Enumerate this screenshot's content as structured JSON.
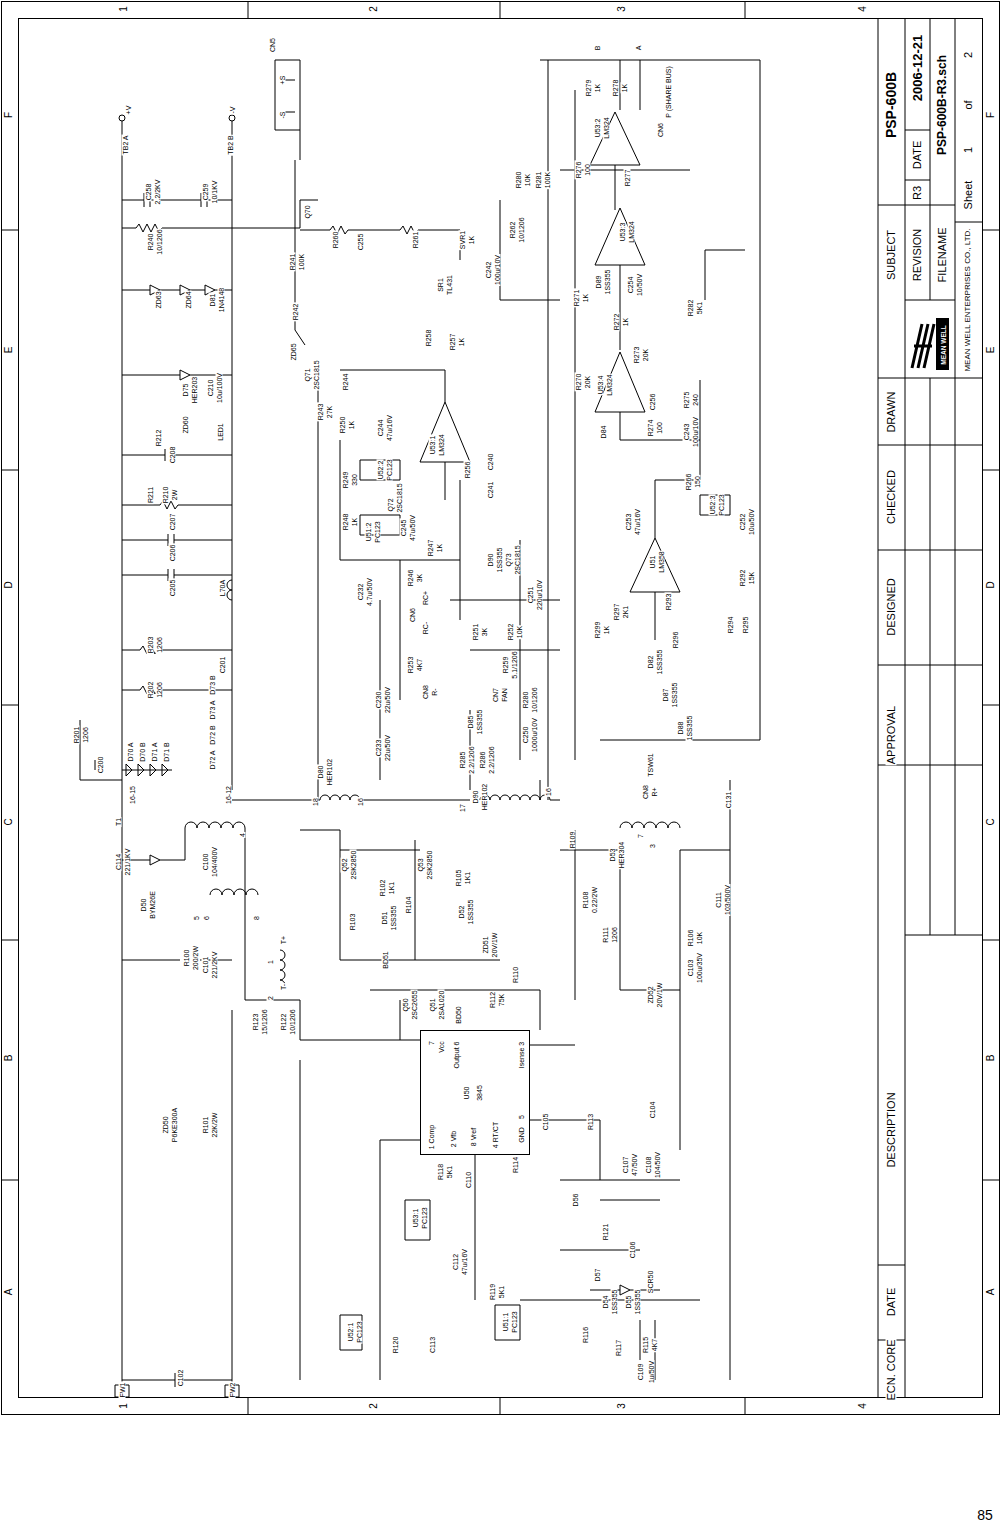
{
  "diagram": {
    "nodes": [
      {
        "text": [
          "U50",
          "3845",
          "7",
          "Vcc",
          "Output 6",
          "Isense 3",
          "1 Comp",
          "2 Vfb",
          "8 Vref",
          "4 RT/CT",
          "GND",
          "5"
        ]
      },
      {
        "text": [
          "MEAN WELL"
        ]
      }
    ],
    "labels": [
      "1",
      "2",
      "3",
      "4",
      "1",
      "2",
      "3",
      "4",
      "F",
      "E",
      "D",
      "C",
      "B",
      "A",
      "F",
      "E",
      "D",
      "C",
      "B",
      "A",
      "ECN. CORE",
      "DATE",
      "DESCRIPTION",
      "APPROVAL",
      "DESIGNED",
      "CHECKED",
      "DRAWN",
      "SUBJECT",
      "PSP-600B",
      "REVISION",
      "R3",
      "DATE",
      "2006-12-21",
      "FILENAME",
      "PSP-600B-R3.sch",
      "MEAN WELL ENTERPRISES CO., LTD.",
      "Sheet",
      "1",
      "of",
      "2",
      "85",
      "TB2 A",
      "+V",
      "TB2 B",
      "-V",
      "C258",
      "2.2/2KV",
      "C259",
      "10/1KV",
      "R240",
      "10/1206",
      "CN5",
      "+S",
      "-S",
      "Q70",
      "R241",
      "100K",
      "R242",
      "ZD65",
      "Q71",
      "2SC1815",
      "R243",
      "27K",
      "R260",
      "C255",
      "R261",
      "SVR1",
      "1K",
      "R262",
      "10/1206",
      "SR1",
      "TL431",
      "C242",
      "100u/10V",
      "R258",
      "R257",
      "1K",
      "R244",
      "R250",
      "1K",
      "C244",
      "47u/16V",
      "U53:1",
      "LM324",
      "R256",
      "C240",
      "C241",
      "R280",
      "10K",
      "R281",
      "100K",
      "R276",
      "100",
      "U53:2",
      "LM324",
      "R277",
      "R279",
      "1K",
      "R278",
      "1K",
      "CN6",
      "P (SHARE BUS)",
      "B",
      "A",
      "U53:3",
      "LM324",
      "C254",
      "10/50V",
      "D89",
      "1SS355",
      "R271",
      "1K",
      "R272",
      "1K",
      "R273",
      "20K",
      "R282",
      "5K1",
      "R270",
      "20K",
      "U53:4",
      "LM324",
      "C256",
      "R275",
      "240",
      "R274",
      "100",
      "C243",
      "100u/10V",
      "D84",
      "R266",
      "150",
      "U52:3",
      "PC123",
      "C253",
      "47u/16V",
      "U51",
      "LM358",
      "C252",
      "10u/50V",
      "R292",
      "15K",
      "R293",
      "R297",
      "2K1",
      "R296",
      "R294",
      "R295",
      "D82",
      "1SS355",
      "D87",
      "1SS355",
      "D88",
      "1SS355",
      "R299",
      "1K",
      "TSW61",
      "CN8",
      "R+",
      "R247",
      "1K",
      "C245",
      "47u/50V",
      "Q72",
      "2SC1815",
      "U52:2",
      "PC123",
      "U51:2",
      "PC123",
      "R249",
      "330",
      "R248",
      "1K",
      "R210",
      "2W",
      "R211",
      "C207",
      "C206",
      "C205",
      "L70A",
      "R203",
      "1206",
      "R202",
      "1206",
      "C201",
      "D73 B",
      "D73 A",
      "D72 B",
      "D72 A",
      "R201",
      "1206",
      "C200",
      "D70 A",
      "D70 B",
      "D71 A",
      "D71 B",
      "16-15",
      "16-12",
      "T1",
      "D75",
      "HER203",
      "C210",
      "10u/100V",
      "ZD60",
      "LED1",
      "R212",
      "C208",
      "ZD63",
      "ZD64",
      "D81",
      "1N4148",
      "R246",
      "3K",
      "C232",
      "4.7u/50V",
      "CN6",
      "RC+",
      "RC-",
      "Q73",
      "2SC1815",
      "D90",
      "1SS355",
      "C251",
      "220u/10V",
      "R251",
      "3K",
      "R252",
      "10K",
      "R259",
      "5.1/1206",
      "R253",
      "4K7",
      "CN8",
      "R-",
      "C230",
      "22u/50V",
      "C233",
      "22u/50V",
      "CN7",
      "FAN",
      "D85",
      "1SS355",
      "C250",
      "1000u/10V",
      "R280",
      "10/1206",
      "R285",
      "2.2/1206",
      "R286",
      "2.2/1206",
      "D80",
      "HER102",
      "18",
      "16",
      "D90",
      "HER102",
      "17",
      "16",
      "C114",
      "221/1KV",
      "D50",
      "BYM26E",
      "C100",
      "104/400V",
      "C101",
      "221/2KV",
      "R100",
      "200/2W",
      "T+",
      "T-",
      "5",
      "6",
      "8",
      "1",
      "2",
      "4",
      "7",
      "3",
      "Q52",
      "2SK2850",
      "Q53",
      "2SK2850",
      "R102",
      "1K1",
      "R105",
      "1K1",
      "D51",
      "1SS355",
      "D52",
      "1SS355",
      "R103",
      "R104",
      "ZD51",
      "20V/1W",
      "R109",
      "R108",
      "0.22/2W",
      "D53",
      "HER304",
      "R111",
      "1206",
      "C111",
      "103/500V",
      "C131",
      "R123",
      "15/1206",
      "R122",
      "10/1206",
      "BD51",
      "Q50",
      "2SC2655",
      "Q51",
      "2SA1020",
      "R112",
      "75K",
      "BD50",
      "R110",
      "R106",
      "10K",
      "C103",
      "100u/35V",
      "ZD52",
      "20V/1W",
      "C104",
      "ZD50",
      "P6KE300A",
      "R101",
      "22K/2W",
      "C105",
      "R113",
      "R118",
      "5K1",
      "C110",
      "R114",
      "C107",
      "47/50V",
      "C108",
      "104/50V",
      "U53:1",
      "PC123",
      "C112",
      "47u/16V",
      "D56",
      "R121",
      "C106",
      "D57",
      "R119",
      "5K1",
      "D54",
      "1SS355",
      "D55",
      "1SS355",
      "SCR50",
      "U51:1",
      "PC123",
      "R116",
      "R117",
      "R115",
      "4K7",
      "C109",
      "1u/50V",
      "U52:1",
      "PC123",
      "R120",
      "C113",
      "C102",
      "FW1",
      "FW2"
    ]
  }
}
